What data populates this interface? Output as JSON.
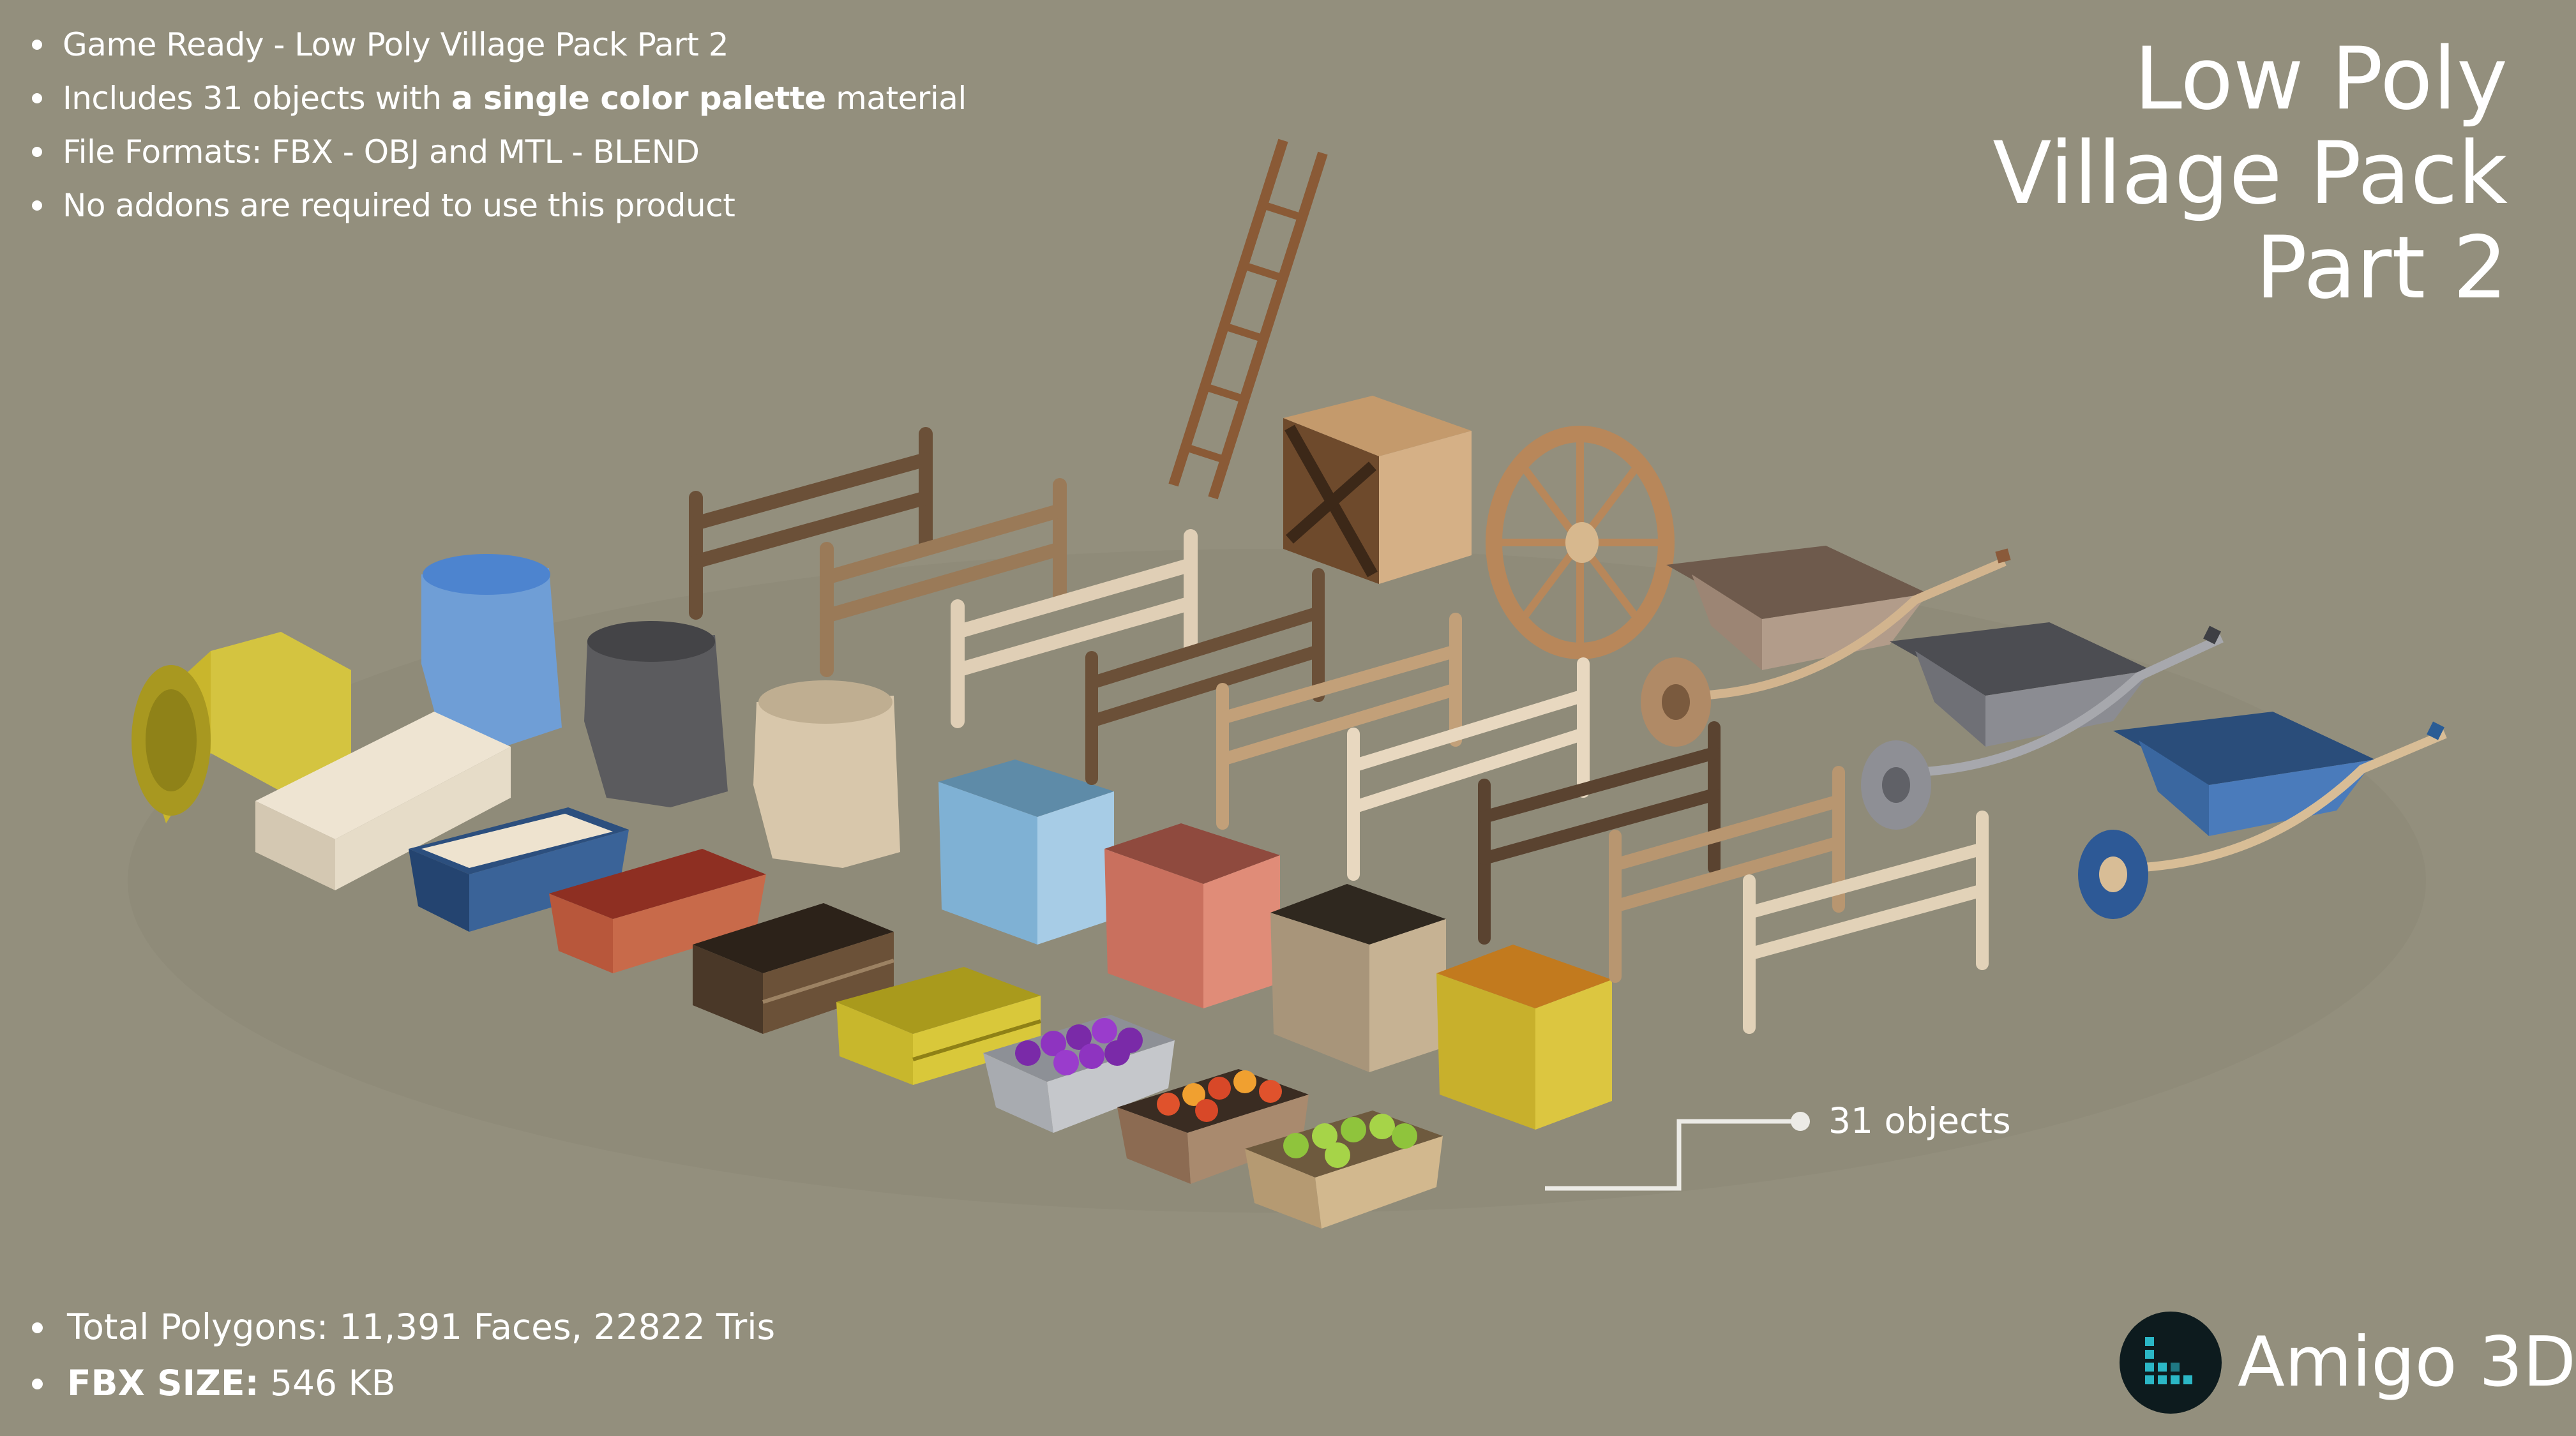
{
  "features": [
    {
      "text": "Game Ready - Low Poly Village Pack Part 2"
    },
    {
      "before": "Includes 31 objects with ",
      "bold": "a single color palette",
      "after": " material"
    },
    {
      "text": "File Formats: FBX - OBJ and MTL - BLEND"
    },
    {
      "text": "No addons are required to use this product"
    }
  ],
  "title": {
    "line1": "Low Poly",
    "line2": "Village Pack",
    "line3": "Part 2"
  },
  "callout": {
    "label": "31 objects"
  },
  "stats": {
    "polygons": "Total Polygons:  11,391 Faces,  22822 Tris",
    "fbx_label": "FBX SIZE:",
    "fbx_value": " 546 KB"
  },
  "brand": {
    "name": "Amigo 3D",
    "logo_icon": "amigo-3d-logo-icon"
  },
  "colors": {
    "background": "#938f7d",
    "text": "#ffffff",
    "callout_line": "#ecebe6",
    "logo_bg": "#0d1b1e",
    "logo_accent": "#2bb7c6"
  }
}
